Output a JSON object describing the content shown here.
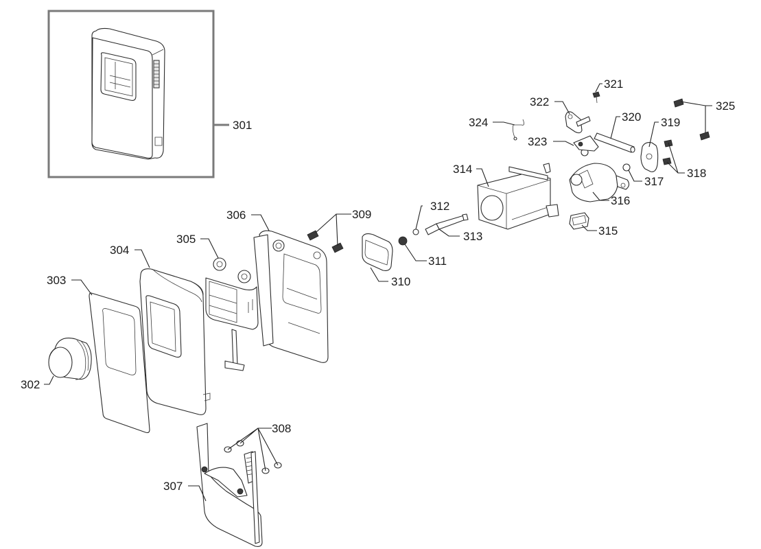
{
  "diagram": {
    "type": "exploded-parts-view",
    "inset": {
      "part": "301",
      "label": "301",
      "description": "assembled unit"
    },
    "callouts": [
      {
        "id": "301",
        "label": "301"
      },
      {
        "id": "302",
        "label": "302"
      },
      {
        "id": "303",
        "label": "303"
      },
      {
        "id": "304",
        "label": "304"
      },
      {
        "id": "305",
        "label": "305"
      },
      {
        "id": "306",
        "label": "306"
      },
      {
        "id": "307",
        "label": "307"
      },
      {
        "id": "308",
        "label": "308"
      },
      {
        "id": "309",
        "label": "309"
      },
      {
        "id": "310",
        "label": "310"
      },
      {
        "id": "311",
        "label": "311"
      },
      {
        "id": "312",
        "label": "312"
      },
      {
        "id": "313",
        "label": "313"
      },
      {
        "id": "314",
        "label": "314"
      },
      {
        "id": "315",
        "label": "315"
      },
      {
        "id": "316",
        "label": "316"
      },
      {
        "id": "317",
        "label": "317"
      },
      {
        "id": "318",
        "label": "318"
      },
      {
        "id": "319",
        "label": "319"
      },
      {
        "id": "320",
        "label": "320"
      },
      {
        "id": "321",
        "label": "321"
      },
      {
        "id": "322",
        "label": "322"
      },
      {
        "id": "323",
        "label": "323"
      },
      {
        "id": "324",
        "label": "324"
      },
      {
        "id": "325",
        "label": "325"
      }
    ]
  }
}
